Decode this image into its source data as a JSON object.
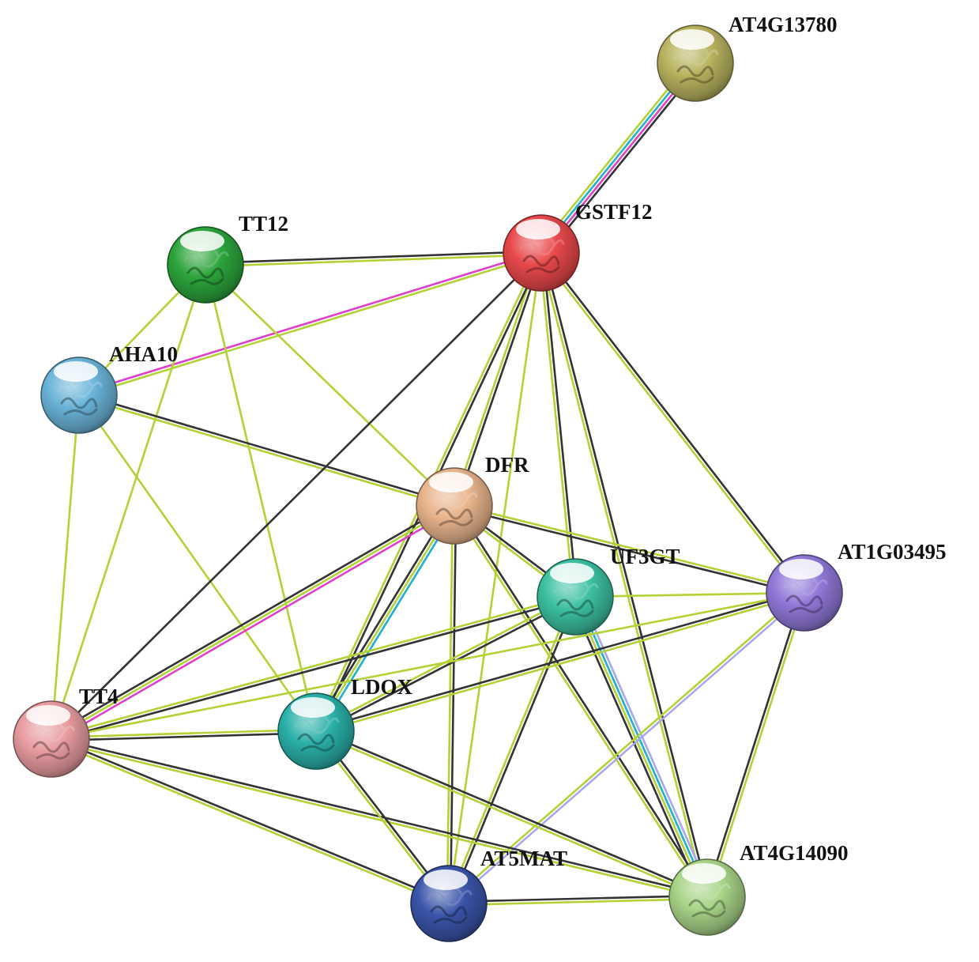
{
  "nodes": [
    {
      "id": "AT4G13780",
      "label": "AT4G13780",
      "color": "#b8b35f"
    },
    {
      "id": "GSTF12",
      "label": "GSTF12",
      "color": "#e8484a"
    },
    {
      "id": "TT12",
      "label": "TT12",
      "color": "#2ca43c"
    },
    {
      "id": "AHA10",
      "label": "AHA10",
      "color": "#6ab4d8"
    },
    {
      "id": "DFR",
      "label": "DFR",
      "color": "#e8b48c"
    },
    {
      "id": "UF3GT",
      "label": "UF3GT",
      "color": "#3cc0a0"
    },
    {
      "id": "AT1G03495",
      "label": "AT1G03495",
      "color": "#9078d8"
    },
    {
      "id": "TT4",
      "label": "TT4",
      "color": "#e89ca0"
    },
    {
      "id": "LDOX",
      "label": "LDOX",
      "color": "#2ab0a8"
    },
    {
      "id": "AT5MAT",
      "label": "AT5MAT",
      "color": "#3a54a8"
    },
    {
      "id": "AT4G14090",
      "label": "AT4G14090",
      "color": "#a8d488"
    }
  ],
  "edge_colors": {
    "text_mining": "#b2d235",
    "coexpression": "#333333",
    "experiments": "#e040c8",
    "databases": "#20b0d0",
    "homology": "#a8a8f0"
  },
  "edges": [
    {
      "a": "GSTF12",
      "b": "AT4G13780",
      "types": [
        "text_mining",
        "databases",
        "experiments",
        "coexpression"
      ]
    },
    {
      "a": "TT12",
      "b": "GSTF12",
      "types": [
        "coexpression",
        "text_mining"
      ]
    },
    {
      "a": "AHA10",
      "b": "GSTF12",
      "types": [
        "experiments",
        "text_mining"
      ]
    },
    {
      "a": "TT12",
      "b": "AHA10",
      "types": [
        "text_mining"
      ]
    },
    {
      "a": "TT12",
      "b": "DFR",
      "types": [
        "text_mining"
      ]
    },
    {
      "a": "TT12",
      "b": "LDOX",
      "types": [
        "text_mining"
      ]
    },
    {
      "a": "TT12",
      "b": "TT4",
      "types": [
        "text_mining"
      ]
    },
    {
      "a": "AHA10",
      "b": "DFR",
      "types": [
        "coexpression",
        "text_mining"
      ]
    },
    {
      "a": "AHA10",
      "b": "TT4",
      "types": [
        "text_mining"
      ]
    },
    {
      "a": "AHA10",
      "b": "LDOX",
      "types": [
        "text_mining"
      ]
    },
    {
      "a": "GSTF12",
      "b": "TT4",
      "types": [
        "coexpression"
      ]
    },
    {
      "a": "GSTF12",
      "b": "DFR",
      "types": [
        "coexpression",
        "text_mining"
      ]
    },
    {
      "a": "GSTF12",
      "b": "LDOX",
      "types": [
        "coexpression",
        "text_mining"
      ]
    },
    {
      "a": "GSTF12",
      "b": "UF3GT",
      "types": [
        "coexpression",
        "text_mining"
      ]
    },
    {
      "a": "GSTF12",
      "b": "AT1G03495",
      "types": [
        "coexpression",
        "text_mining"
      ]
    },
    {
      "a": "GSTF12",
      "b": "AT5MAT",
      "types": [
        "text_mining"
      ]
    },
    {
      "a": "GSTF12",
      "b": "AT4G14090",
      "types": [
        "coexpression",
        "text_mining"
      ]
    },
    {
      "a": "DFR",
      "b": "TT4",
      "types": [
        "experiments",
        "text_mining",
        "coexpression"
      ]
    },
    {
      "a": "DFR",
      "b": "LDOX",
      "types": [
        "databases",
        "text_mining",
        "coexpression"
      ]
    },
    {
      "a": "DFR",
      "b": "UF3GT",
      "types": [
        "coexpression",
        "text_mining"
      ]
    },
    {
      "a": "DFR",
      "b": "AT1G03495",
      "types": [
        "text_mining",
        "coexpression"
      ]
    },
    {
      "a": "DFR",
      "b": "AT5MAT",
      "types": [
        "coexpression",
        "text_mining"
      ]
    },
    {
      "a": "DFR",
      "b": "AT4G14090",
      "types": [
        "coexpression",
        "text_mining"
      ]
    },
    {
      "a": "UF3GT",
      "b": "AT1G03495",
      "types": [
        "text_mining"
      ]
    },
    {
      "a": "UF3GT",
      "b": "TT4",
      "types": [
        "coexpression",
        "text_mining"
      ]
    },
    {
      "a": "UF3GT",
      "b": "LDOX",
      "types": [
        "coexpression",
        "text_mining"
      ]
    },
    {
      "a": "UF3GT",
      "b": "AT5MAT",
      "types": [
        "coexpression",
        "text_mining"
      ]
    },
    {
      "a": "UF3GT",
      "b": "AT4G14090",
      "types": [
        "homology",
        "databases",
        "text_mining",
        "coexpression"
      ]
    },
    {
      "a": "AT1G03495",
      "b": "LDOX",
      "types": [
        "text_mining",
        "coexpression"
      ]
    },
    {
      "a": "AT1G03495",
      "b": "TT4",
      "types": [
        "text_mining"
      ]
    },
    {
      "a": "AT1G03495",
      "b": "AT5MAT",
      "types": [
        "homology",
        "text_mining"
      ]
    },
    {
      "a": "AT1G03495",
      "b": "AT4G14090",
      "types": [
        "text_mining",
        "coexpression"
      ]
    },
    {
      "a": "TT4",
      "b": "LDOX",
      "types": [
        "text_mining",
        "coexpression"
      ]
    },
    {
      "a": "TT4",
      "b": "AT5MAT",
      "types": [
        "coexpression",
        "text_mining"
      ]
    },
    {
      "a": "TT4",
      "b": "AT4G14090",
      "types": [
        "coexpression",
        "text_mining"
      ]
    },
    {
      "a": "LDOX",
      "b": "AT5MAT",
      "types": [
        "coexpression",
        "text_mining"
      ]
    },
    {
      "a": "LDOX",
      "b": "AT4G14090",
      "types": [
        "coexpression",
        "text_mining"
      ]
    },
    {
      "a": "AT5MAT",
      "b": "AT4G14090",
      "types": [
        "coexpression",
        "text_mining"
      ]
    }
  ]
}
